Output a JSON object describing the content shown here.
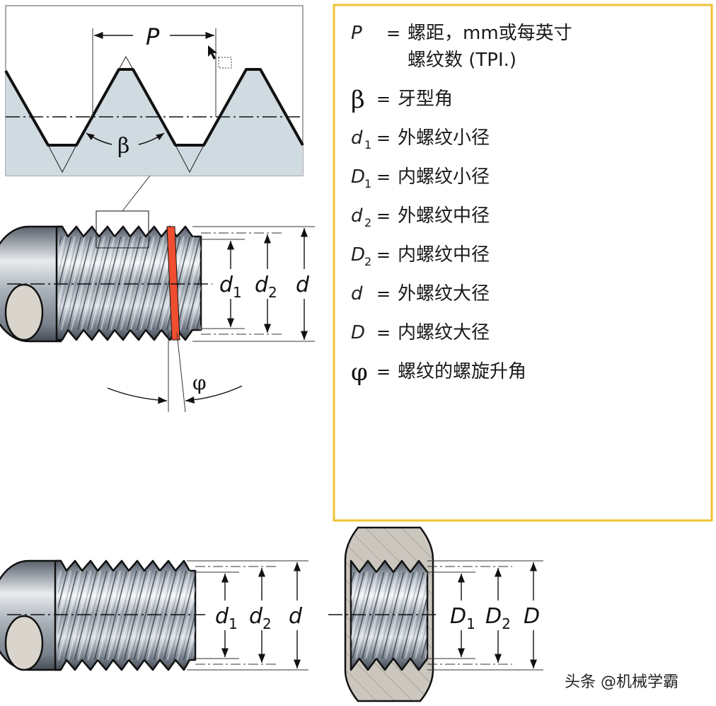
{
  "profile": {
    "pitch_label": "P",
    "angle_label": "β"
  },
  "external_thread": {
    "d1_sym": "d",
    "d1_sub": "1",
    "d2_sym": "d",
    "d2_sub": "2",
    "d_sym": "d",
    "lead_angle_label": "φ"
  },
  "bottom_external": {
    "d1_sym": "d",
    "d1_sub": "1",
    "d2_sym": "d",
    "d2_sub": "2",
    "d_sym": "d"
  },
  "internal_thread": {
    "D1_sym": "D",
    "D1_sub": "1",
    "D2_sym": "D",
    "D2_sub": "2",
    "D_sym": "D"
  },
  "legend": {
    "border_color": "#f0c233",
    "items": [
      {
        "sym": "P",
        "sub": "",
        "eq": "=",
        "text": "螺距，mm或每英寸",
        "text2": "螺纹数 (TPI.)"
      },
      {
        "sym": "β",
        "sub": "",
        "eq": "=",
        "text": "牙型角"
      },
      {
        "sym": "d",
        "sub": "1",
        "eq": "=",
        "text": "外螺纹小径"
      },
      {
        "sym": "D",
        "sub": "1",
        "eq": "=",
        "text": "内螺纹小径"
      },
      {
        "sym": "d",
        "sub": "2",
        "eq": "=",
        "text": "外螺纹中径"
      },
      {
        "sym": "D",
        "sub": "2",
        "eq": "=",
        "text": "内螺纹中径"
      },
      {
        "sym": "d",
        "sub": "",
        "eq": "=",
        "text": "外螺纹大径"
      },
      {
        "sym": "D",
        "sub": "",
        "eq": "=",
        "text": "内螺纹大径"
      },
      {
        "sym": "φ",
        "sub": "",
        "eq": "=",
        "text": "螺纹的螺旋升角"
      }
    ]
  },
  "watermark": "头条 @机械学霸",
  "colors": {
    "profile_fill": "#cfdae1",
    "metal_dark": "#6f7884",
    "metal_light": "#eef1f4",
    "nut_fill": "#cbc6be",
    "lead_highlight": "#f04e30"
  }
}
